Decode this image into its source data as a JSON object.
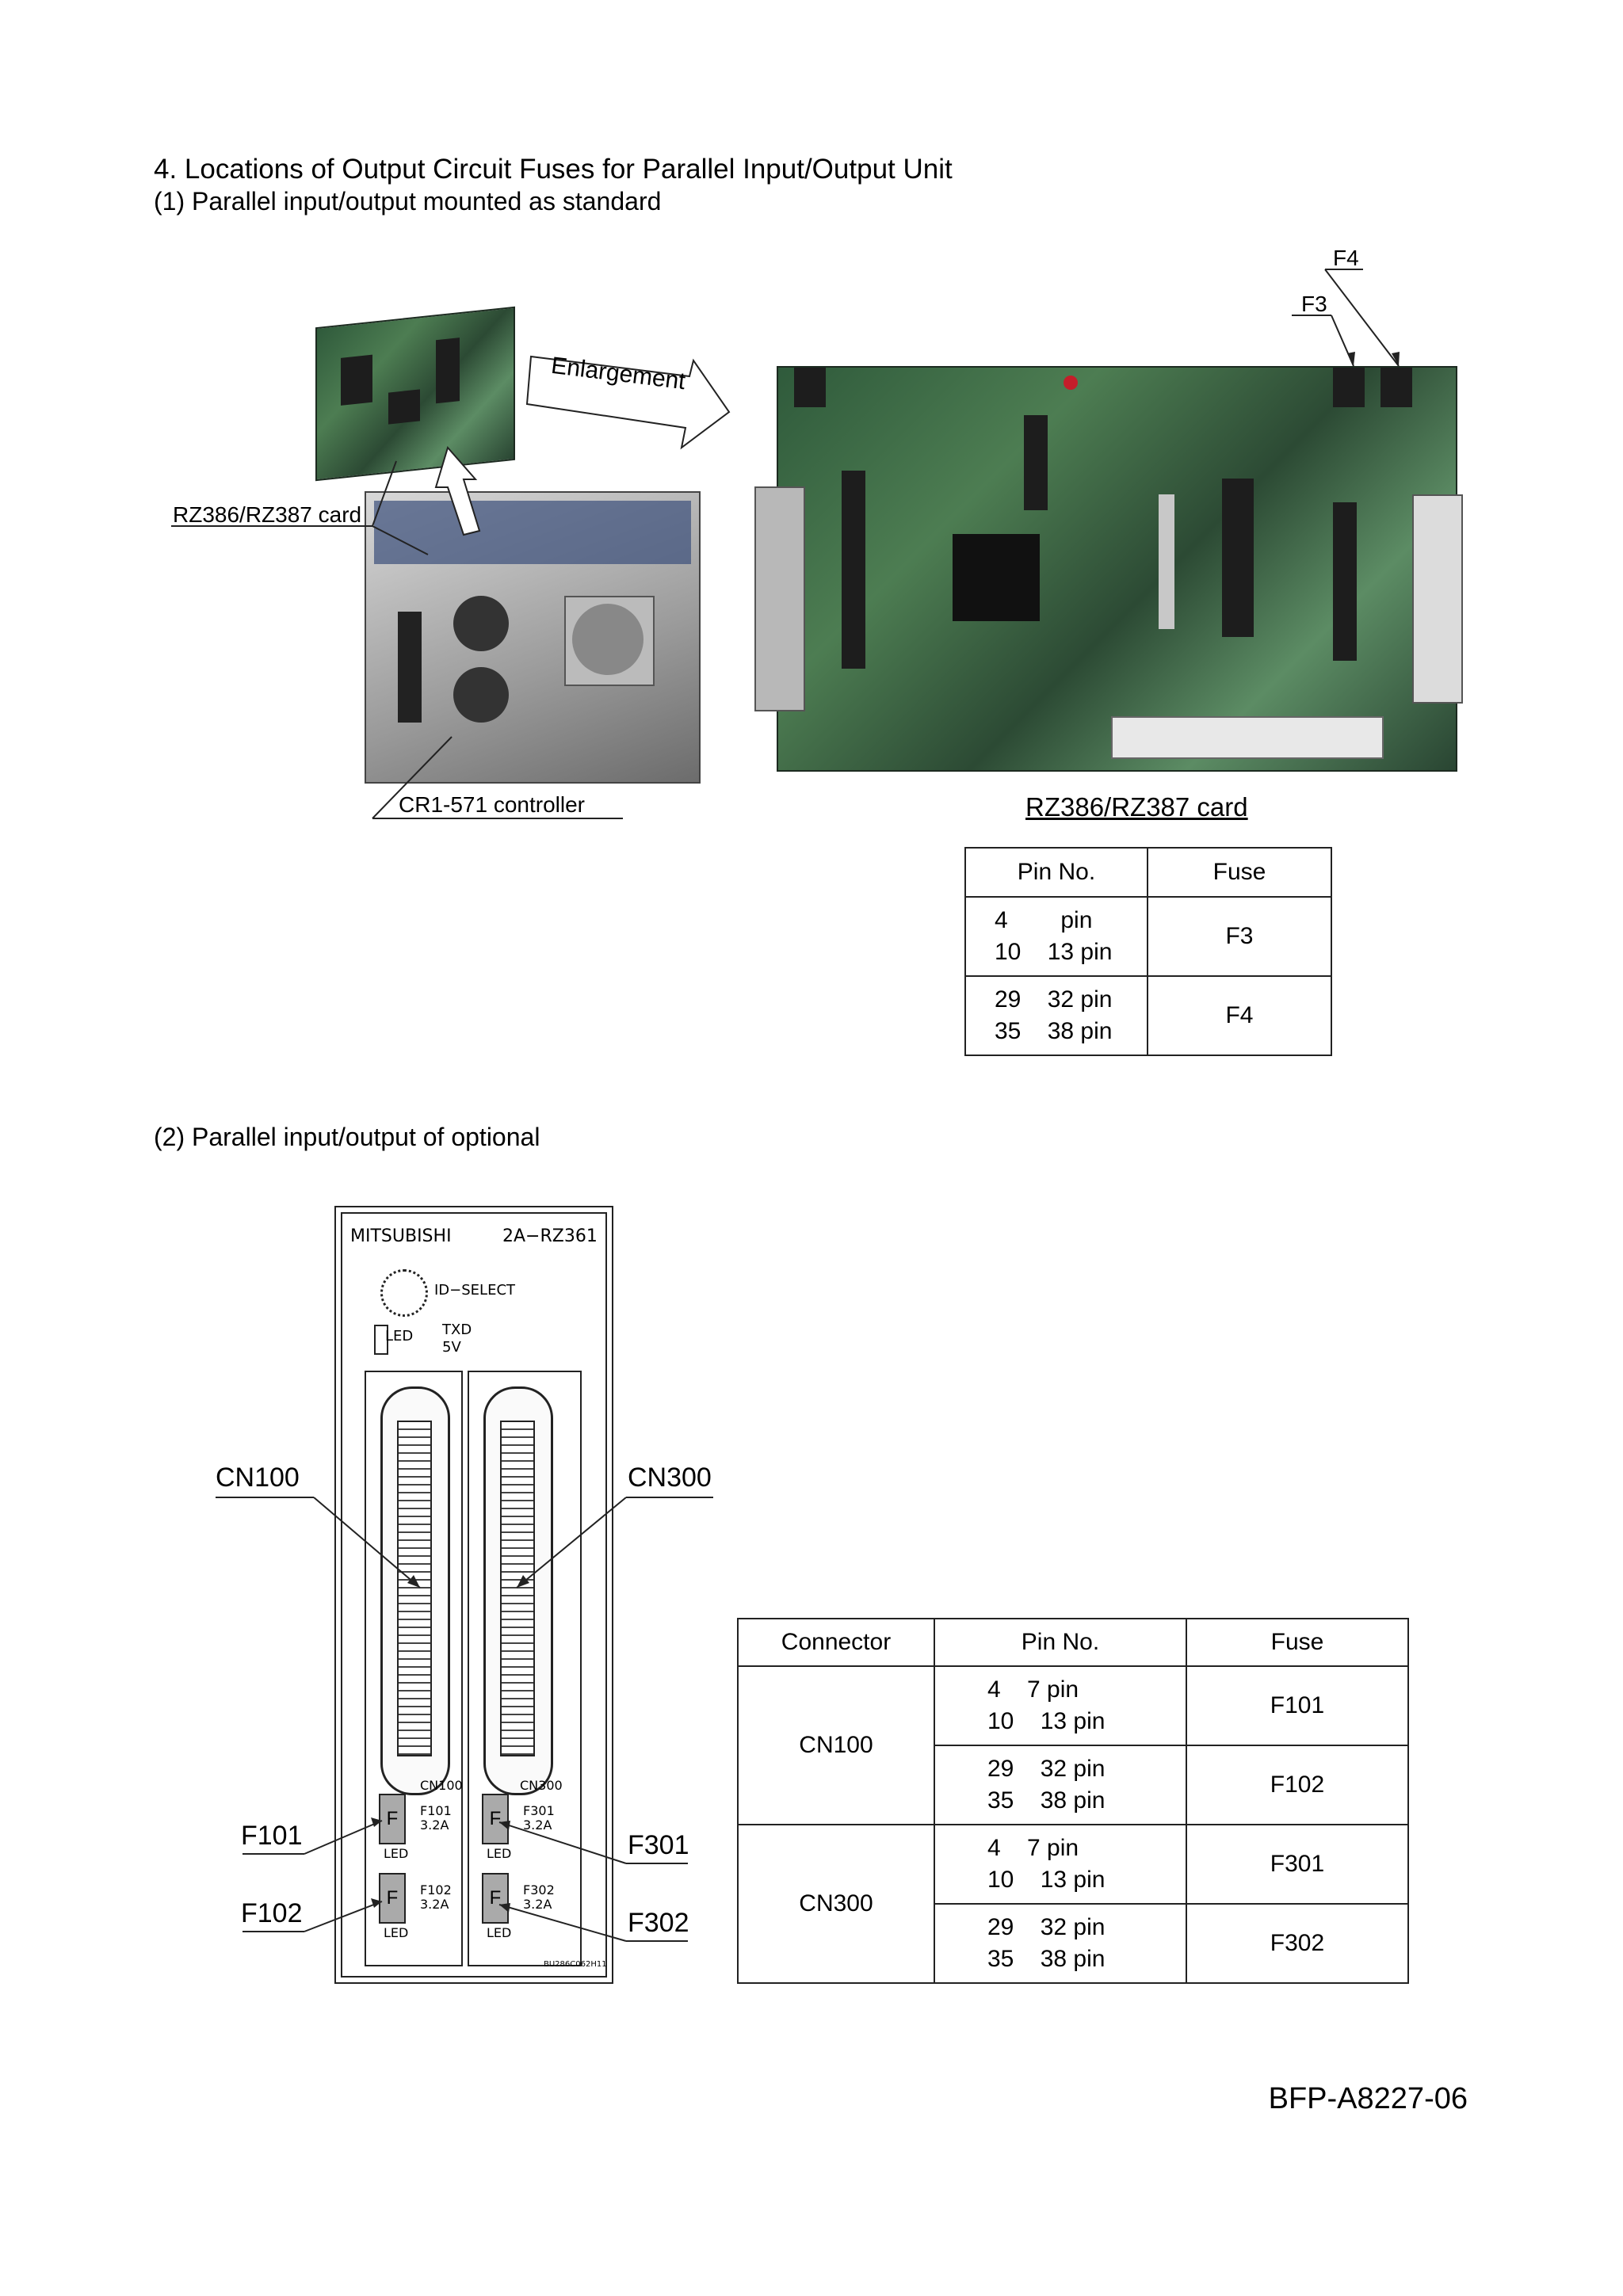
{
  "title": "4. Locations of Output Circuit Fuses for Parallel Input/Output Unit",
  "section1": {
    "heading": "(1) Parallel input/output mounted as standard",
    "labels": {
      "card_small": "RZ386/RZ387 card",
      "controller": "CR1-571 controller",
      "enlargement": "Enlargement",
      "card_caption": "RZ386/RZ387 card",
      "f3": "F3",
      "f4": "F4"
    },
    "table": {
      "headers": [
        "Pin No.",
        "Fuse"
      ],
      "rows": [
        {
          "pins": [
            "4        pin",
            "10    13 pin"
          ],
          "fuse": "F3"
        },
        {
          "pins": [
            "29    32 pin",
            "35    38 pin"
          ],
          "fuse": "F4"
        }
      ]
    }
  },
  "section2": {
    "heading": "(2) Parallel input/output of optional",
    "panel": {
      "brand": "MITSUBISHI",
      "model": "2A−RZ361",
      "id_select": "ID−SELECT",
      "led": "LED",
      "txd": "TXD",
      "v5": "5V",
      "cn100_small": "CN100",
      "cn300_small": "CN300",
      "f101_small": "F101",
      "f102_small": "F102",
      "f301_small": "F301",
      "f302_small": "F302",
      "rating": "3.2A",
      "fuse_letter": "F",
      "pled": "LED",
      "part_no": "BU286C062H11"
    },
    "callouts": {
      "cn100": "CN100",
      "cn300": "CN300",
      "f101": "F101",
      "f102": "F102",
      "f301": "F301",
      "f302": "F302"
    },
    "table": {
      "headers": [
        "Connector",
        "Pin No.",
        "Fuse"
      ],
      "groups": [
        {
          "connector": "CN100",
          "rows": [
            {
              "pins": [
                "4    7 pin",
                "10    13 pin"
              ],
              "fuse": "F101"
            },
            {
              "pins": [
                "29    32 pin",
                "35    38 pin"
              ],
              "fuse": "F102"
            }
          ]
        },
        {
          "connector": "CN300",
          "rows": [
            {
              "pins": [
                "4    7 pin",
                "10    13 pin"
              ],
              "fuse": "F301"
            },
            {
              "pins": [
                "29    32 pin",
                "35    38 pin"
              ],
              "fuse": "F302"
            }
          ]
        }
      ]
    }
  },
  "footer": "BFP-A8227-06"
}
